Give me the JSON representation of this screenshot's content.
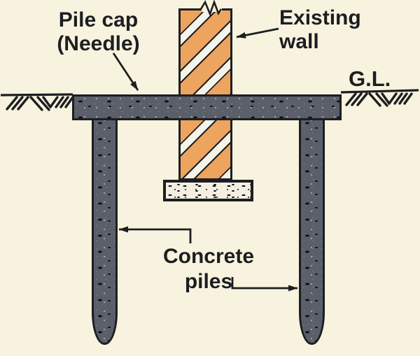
{
  "labels": {
    "pile_cap": {
      "line1": "Pile cap",
      "line2": "(Needle)"
    },
    "existing_wall": {
      "line1": "Existing",
      "line2": "wall"
    },
    "ground_level": "G.L.",
    "concrete_piles": {
      "line1": "Concrete",
      "line2": "piles"
    }
  },
  "colors": {
    "paper": "#f8f3de",
    "ink": "#1d1e22",
    "wall-orange": "#eca45f",
    "stripe-white": "#f6f3e8",
    "concrete-dark": "#5b5f6a",
    "footing-fill": "#f4efe1"
  }
}
